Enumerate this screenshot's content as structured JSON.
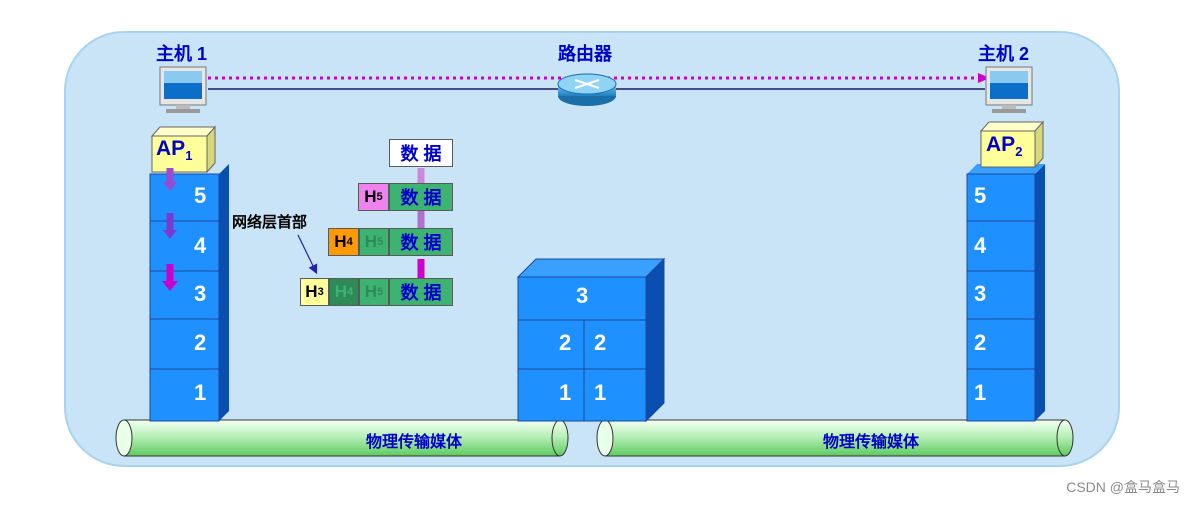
{
  "host1_label": "主机 1",
  "host2_label": "主机 2",
  "router_label": "路由器",
  "ap1": {
    "main": "AP",
    "sub": "1"
  },
  "ap2": {
    "main": "AP",
    "sub": "2"
  },
  "layers_host": [
    "5",
    "4",
    "3",
    "2",
    "1"
  ],
  "router_layers": {
    "top": "3",
    "mid_left": "2",
    "mid_right": "2",
    "bot_left": "1",
    "bot_right": "1"
  },
  "medium_label_left": "物理传输媒体",
  "medium_label_right": "物理传输媒体",
  "annotation": "网络层首部",
  "data_text": "数 据",
  "headers": {
    "h5": {
      "main": "H",
      "sub": "5"
    },
    "h4": {
      "main": "H",
      "sub": "4"
    },
    "h3": {
      "main": "H",
      "sub": "3"
    }
  },
  "watermark": "CSDN @盒马盒马",
  "colors": {
    "panel": "#c9e4f6",
    "layer_blue": "#1e90ff",
    "data_green": "#3cb371",
    "h5_pink": "#ee82ee",
    "h4_orange": "#ff9900",
    "h3_yellow": "#ffff99",
    "arrow_magenta": "#cc00cc",
    "text_blue": "#0000cc"
  }
}
